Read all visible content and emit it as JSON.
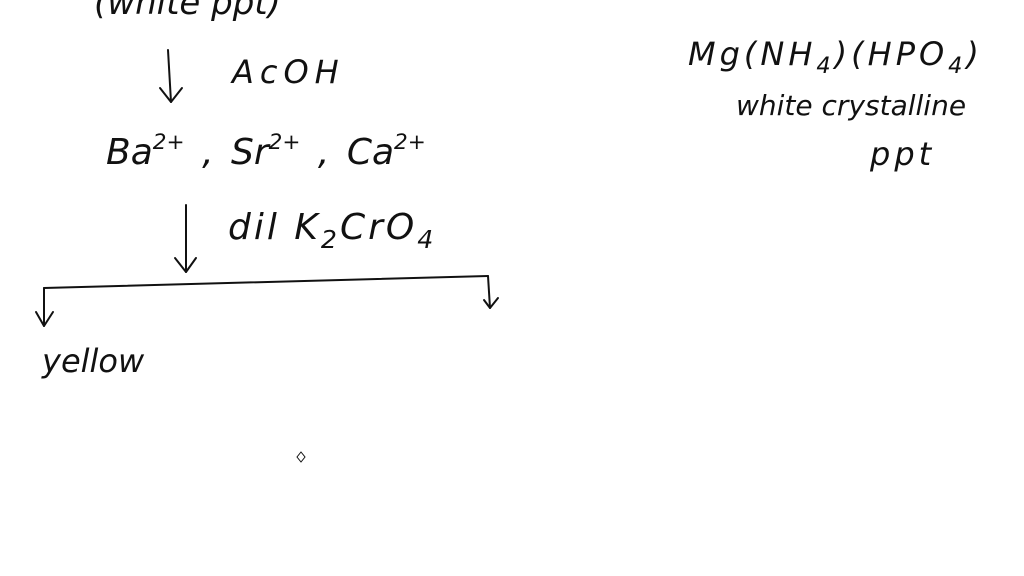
{
  "left_column": {
    "cut_line": "(white ppt)",
    "step1_reagent": "AcOH",
    "ions": [
      {
        "symbol": "Ba",
        "charge": "2+"
      },
      {
        "symbol": "Sr",
        "charge": "2+"
      },
      {
        "symbol": "Ca",
        "charge": "2+"
      }
    ],
    "step2_reagent_prefix": "dil K",
    "step2_reagent_sub1": "2",
    "step2_reagent_mid": "CrO",
    "step2_reagent_sub2": "4",
    "result_left": "yellow"
  },
  "right_column": {
    "formula_prefix": "Mg(NH",
    "formula_sub1": "4",
    "formula_mid": ")(HPO",
    "formula_sub2": "4",
    "formula_suffix": ")",
    "desc_line1": "white crystalline",
    "desc_line2": "ppt"
  },
  "colors": {
    "ink": "#111111",
    "background": "#ffffff"
  }
}
